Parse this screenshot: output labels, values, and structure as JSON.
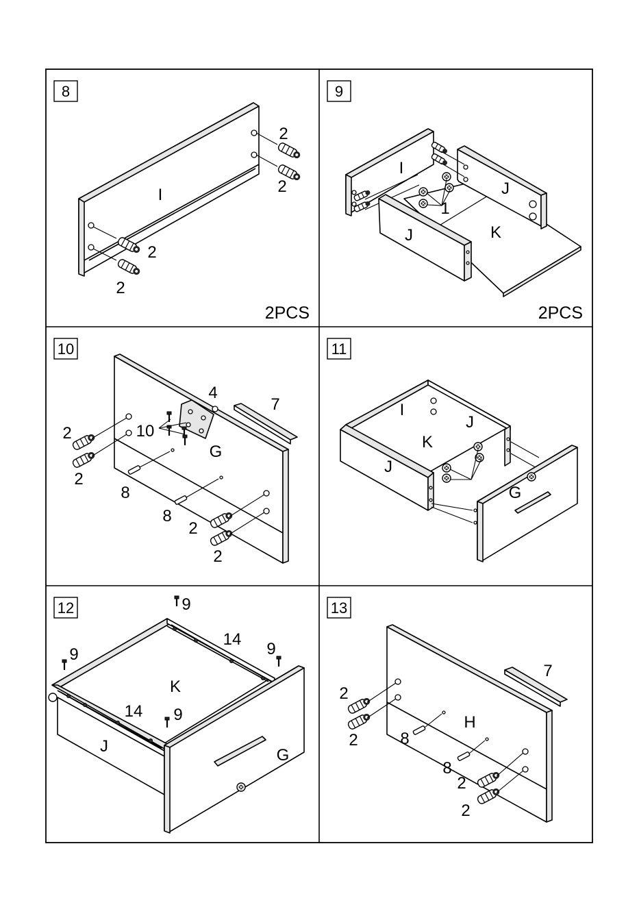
{
  "steps": [
    {
      "number": "8",
      "labels": [
        "I"
      ],
      "callouts": [
        "2",
        "2",
        "2",
        "2"
      ],
      "quantity": "2PCS"
    },
    {
      "number": "9",
      "labels": [
        "I",
        "J",
        "J",
        "K"
      ],
      "callouts": [
        "1"
      ],
      "quantity": "2PCS"
    },
    {
      "number": "10",
      "labels": [
        "G"
      ],
      "callouts": [
        "4",
        "7",
        "10",
        "2",
        "2",
        "8",
        "8",
        "2",
        "2"
      ]
    },
    {
      "number": "11",
      "labels": [
        "I",
        "J",
        "J",
        "K",
        "G"
      ]
    },
    {
      "number": "12",
      "labels": [
        "K",
        "J",
        "G"
      ],
      "callouts": [
        "9",
        "9",
        "9",
        "9",
        "14",
        "14"
      ]
    },
    {
      "number": "13",
      "labels": [
        "H"
      ],
      "callouts": [
        "7",
        "2",
        "2",
        "8",
        "8",
        "2",
        "2"
      ]
    }
  ]
}
